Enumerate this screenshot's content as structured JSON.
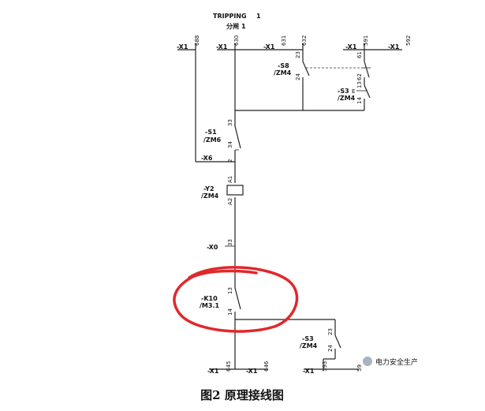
{
  "header": {
    "tripping": "TRIPPING",
    "tripping_no": "1",
    "fenzha": "分闸",
    "fenzha_no": "1"
  },
  "terminals": {
    "x1_688": {
      "ref": "-X1",
      "num": "688"
    },
    "x1_630": {
      "ref": "-X1",
      "num": "630"
    },
    "x1_631": {
      "ref": "-X1",
      "num": "631"
    },
    "x1_632": {
      "num": "632"
    },
    "x1_591": {
      "ref": "-X1",
      "num": "591"
    },
    "x1_592": {
      "ref": "-X1",
      "num": "592"
    },
    "x6": {
      "ref": "-X6",
      "num": "2"
    },
    "x0": {
      "ref": "-X0",
      "num": "33"
    },
    "x1_645": {
      "ref": "-X1",
      "num": "645"
    },
    "x1_646": {
      "ref": "-X1",
      "num": "646"
    },
    "x1_593": {
      "ref": "-X1",
      "num": "593"
    },
    "x1_59b": {
      "num": "59"
    }
  },
  "components": {
    "s8": {
      "ref": "-S8",
      "loc": "/ZM4",
      "pin_a": "23",
      "pin_b": "24"
    },
    "s3_top": {
      "ref": "-S3",
      "loc": "/ZM4",
      "pin_a": "13",
      "pin_b": "14",
      "pin_c": "61",
      "pin_d": "62",
      "mark": "E"
    },
    "s1": {
      "ref": "-S1",
      "loc": "/ZM6",
      "pin_a": "33",
      "pin_b": "34"
    },
    "y2": {
      "ref": "-Y2",
      "loc": "/ZM4",
      "pin_a": "A1",
      "pin_b": "A2"
    },
    "k10": {
      "ref": "-K10",
      "loc": "/M3.1",
      "pin_a": "13",
      "pin_b": "14"
    },
    "s3_bot": {
      "ref": "-S3",
      "loc": "/ZM4",
      "pin_a": "23",
      "pin_b": "24"
    }
  },
  "caption": "图2  原理接线图",
  "watermark": "电力安全生产",
  "colors": {
    "line": "#222222",
    "highlight": "#e0282c",
    "watermark_bg": "#9aa5b1"
  }
}
